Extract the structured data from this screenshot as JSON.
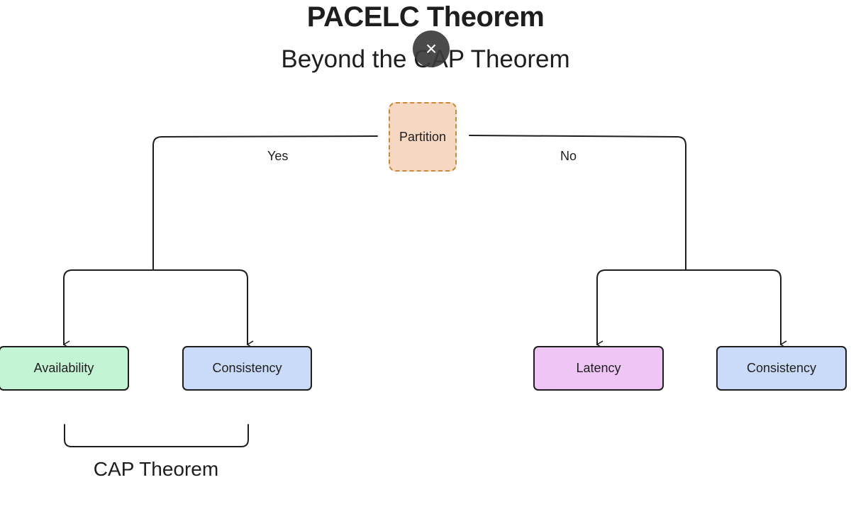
{
  "title": "PACELC Theorem",
  "subtitle": "Beyond the CAP Theorem",
  "close_icon": "close-icon",
  "close_glyph": "×",
  "nodes": {
    "partition": "Partition",
    "availability": "Availability",
    "consistency_left": "Consistency",
    "latency": "Latency",
    "consistency_right": "Consistency"
  },
  "edges": {
    "yes": "Yes",
    "no": "No"
  },
  "cap_label": "CAP Theorem",
  "colors": {
    "partition_fill": "#f6d8c2",
    "partition_border": "#c98a3a",
    "availability_fill": "#c3f4d3",
    "consistency_fill": "#c9dbf8",
    "latency_fill": "#efc5f5",
    "stroke": "#1e1e1e"
  }
}
